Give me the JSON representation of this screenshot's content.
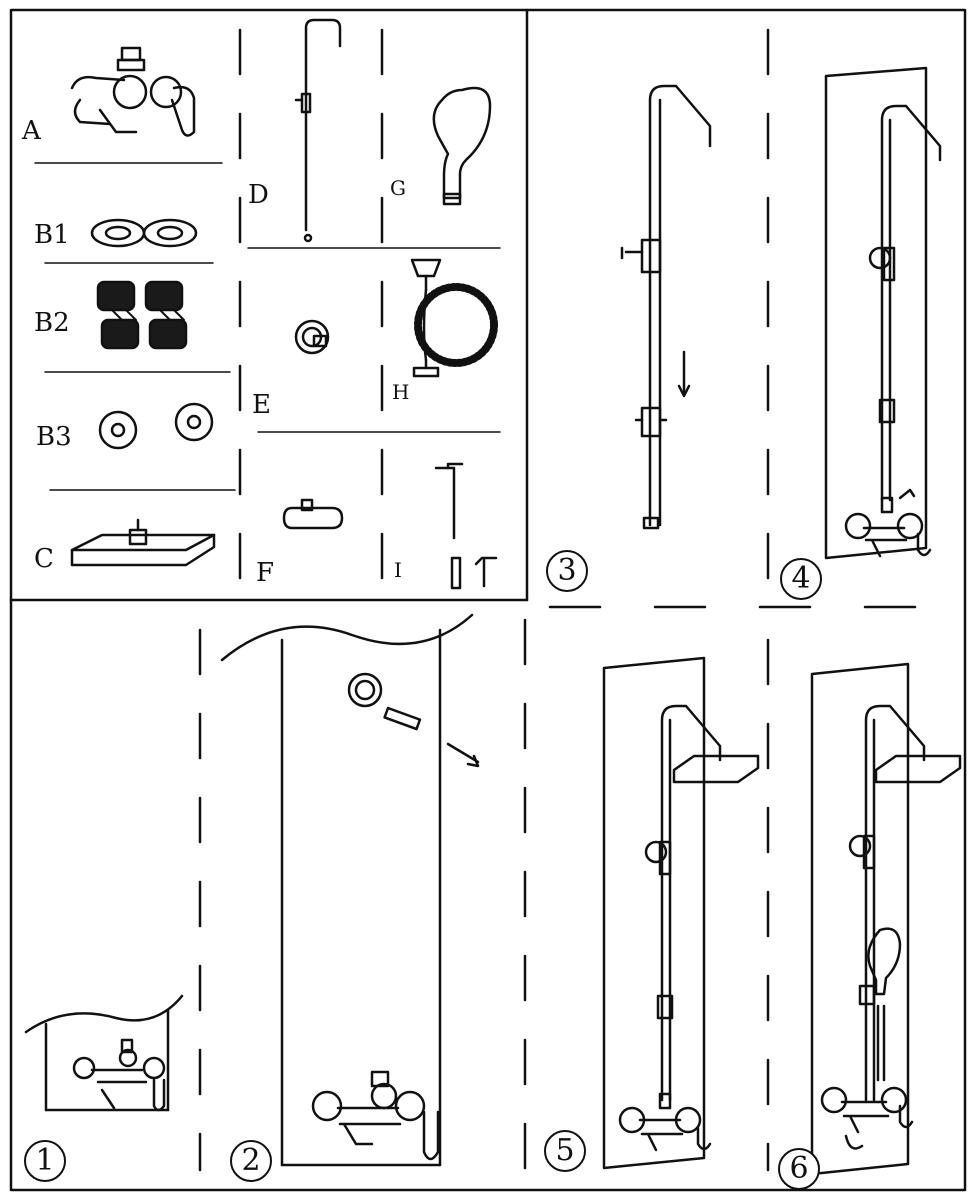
{
  "parts": {
    "A": "A",
    "B1": "B1",
    "B2": "B2",
    "B3": "B3",
    "C": "C",
    "D": "D",
    "E": "E",
    "F": "F",
    "G": "G",
    "H": "H",
    "I": "I"
  },
  "steps": [
    "1",
    "2",
    "3",
    "4",
    "5",
    "6"
  ],
  "colors": {
    "line": "#111111",
    "background": "#ffffff",
    "fill_dark": "#1a1a1a"
  }
}
